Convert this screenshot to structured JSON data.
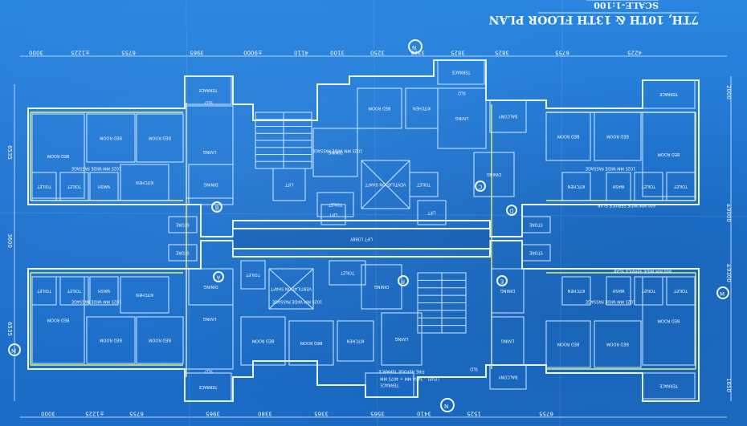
{
  "title": "7TH, 10TH & 13TH FLOOR PLAN",
  "scale": "SCALE-1:100",
  "north": "N",
  "match_line": "M",
  "dims_top": [
    "3000",
    "±1225",
    "6755",
    "3965",
    "±9000",
    "4110",
    "3100",
    "3250",
    "3325",
    "3825",
    "3825",
    "6755",
    "4225"
  ],
  "dims_bottom": [
    "3000",
    "±1225",
    "6755",
    "3965",
    "3380",
    "3365",
    "3565",
    "3410",
    "1525",
    "6755"
  ],
  "dims_side": [
    "2000",
    "6535",
    "±9000",
    "3600",
    "±9300",
    "6535",
    "1650"
  ],
  "flat_labels": [
    "A",
    "B",
    "C",
    "D",
    "E",
    "F"
  ],
  "room_labels": {
    "bed_room": "BED ROOM",
    "living": "LIVING",
    "dining": "DINING",
    "kitchen": "KITCHEN",
    "toilet": "TOILET",
    "wash": "WASH",
    "store": "STORE",
    "terrace": "TERRACE",
    "balcony": "BALCONY",
    "lift": "LIFT",
    "lift_lobby": "LIFT LOBBY",
    "ventilation_shaft": "VENTILATION SHAFT",
    "passage": "1025 MM WIDE PASSAGE",
    "service_slab": "600 MM WIDE SERVICE SLAB",
    "fire_refuge": "FIRE REFUGE TERRACE",
    "level_note": "LEVEL - 3450 MM + 4075 MM",
    "sld": "SLD"
  }
}
